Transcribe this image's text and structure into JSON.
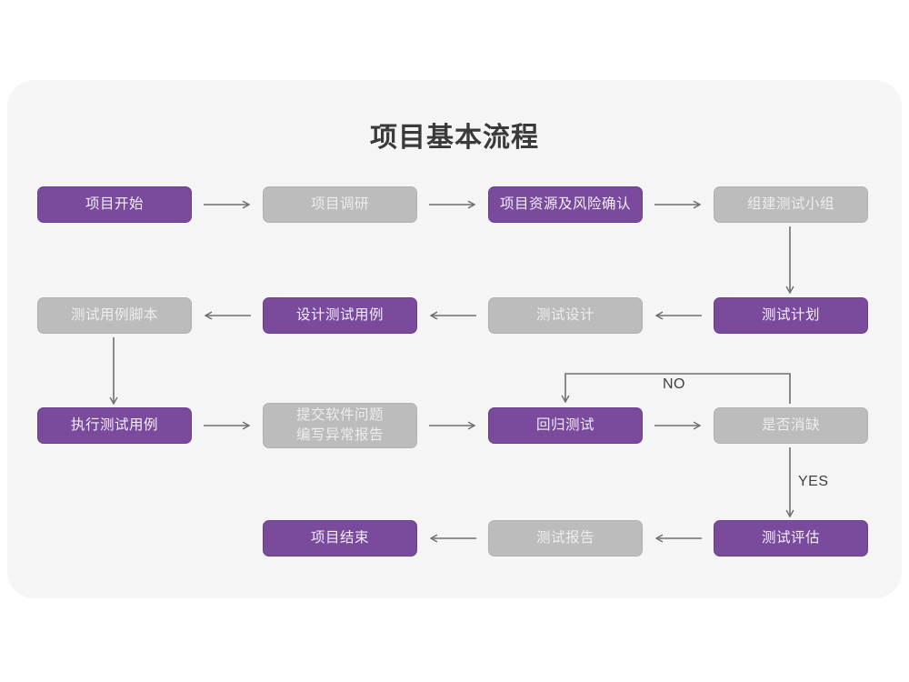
{
  "diagram": {
    "title": "项目基本流程",
    "colors": {
      "purple": "#7a4a9d",
      "gray": "#bcbcbc",
      "card_bg": "#f5f5f6",
      "page_bg": "#ffffff",
      "arrow": "#6e6e6e",
      "title_text": "#3a3a3a"
    },
    "nodes": [
      {
        "id": "n1",
        "label": "项目开始",
        "style": "purple",
        "row": 1,
        "col": 1
      },
      {
        "id": "n2",
        "label": "项目调研",
        "style": "gray",
        "row": 1,
        "col": 2
      },
      {
        "id": "n3",
        "label": "项目资源及风险确认",
        "style": "purple",
        "row": 1,
        "col": 3
      },
      {
        "id": "n4",
        "label": "组建测试小组",
        "style": "gray",
        "row": 1,
        "col": 4
      },
      {
        "id": "n5",
        "label": "测试用例脚本",
        "style": "gray",
        "row": 2,
        "col": 1
      },
      {
        "id": "n6",
        "label": "设计测试用例",
        "style": "purple",
        "row": 2,
        "col": 2
      },
      {
        "id": "n7",
        "label": "测试设计",
        "style": "gray",
        "row": 2,
        "col": 3
      },
      {
        "id": "n8",
        "label": "测试计划",
        "style": "purple",
        "row": 2,
        "col": 4
      },
      {
        "id": "n9",
        "label": "执行测试用例",
        "style": "purple",
        "row": 3,
        "col": 1
      },
      {
        "id": "n10",
        "label": "提交软件问题\n编写异常报告",
        "style": "gray",
        "row": 3,
        "col": 2
      },
      {
        "id": "n11",
        "label": "回归测试",
        "style": "purple",
        "row": 3,
        "col": 3
      },
      {
        "id": "n12",
        "label": "是否消缺",
        "style": "gray",
        "row": 3,
        "col": 4
      },
      {
        "id": "n13",
        "label": "项目结束",
        "style": "purple",
        "row": 4,
        "col": 2
      },
      {
        "id": "n14",
        "label": "测试报告",
        "style": "gray",
        "row": 4,
        "col": 3
      },
      {
        "id": "n15",
        "label": "测试评估",
        "style": "purple",
        "row": 4,
        "col": 4
      }
    ],
    "edge_labels": [
      {
        "id": "no",
        "text": "NO"
      },
      {
        "id": "yes",
        "text": "YES"
      }
    ]
  }
}
